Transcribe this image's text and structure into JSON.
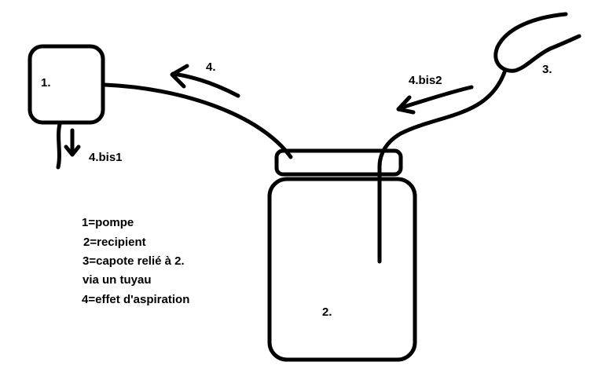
{
  "labels": {
    "pump": "1.",
    "container": "2.",
    "condom": "3.",
    "suction": "4.",
    "suction_bis1": "4.bis1",
    "suction_bis2": "4.bis2"
  },
  "legend": [
    "1=pompe",
    "2=recipient",
    "3=capote relié à 2.",
    "via un tuyau",
    "4=effet d'aspiration"
  ]
}
